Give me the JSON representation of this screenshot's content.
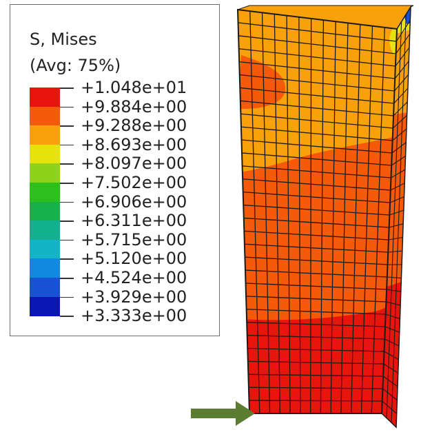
{
  "legend": {
    "title_line1": "S, Mises",
    "title_line2": "(Avg: 75%)",
    "labels": [
      "+1.048e+01",
      "+9.884e+00",
      "+9.288e+00",
      "+8.693e+00",
      "+8.097e+00",
      "+7.502e+00",
      "+6.906e+00",
      "+6.311e+00",
      "+5.715e+00",
      "+5.120e+00",
      "+4.524e+00",
      "+3.929e+00",
      "+3.333e+00"
    ],
    "colors": [
      "#e8150d",
      "#f45a0a",
      "#f9a10a",
      "#e6e20c",
      "#8fd21a",
      "#2dbf1c",
      "#17b14c",
      "#12b08e",
      "#11b5c6",
      "#1189de",
      "#1652d3",
      "#0b16b5"
    ]
  },
  "model": {
    "colors": {
      "red": "#e8150d",
      "orange": "#f45a0a",
      "light_orange": "#f9a10a",
      "yellow": "#e6e20c",
      "green": "#2dbf1c",
      "blue": "#1652d3",
      "mesh": "#1a1a1a",
      "arrow": "#5a7d32"
    },
    "arrow_icon": "load-arrow-icon"
  }
}
